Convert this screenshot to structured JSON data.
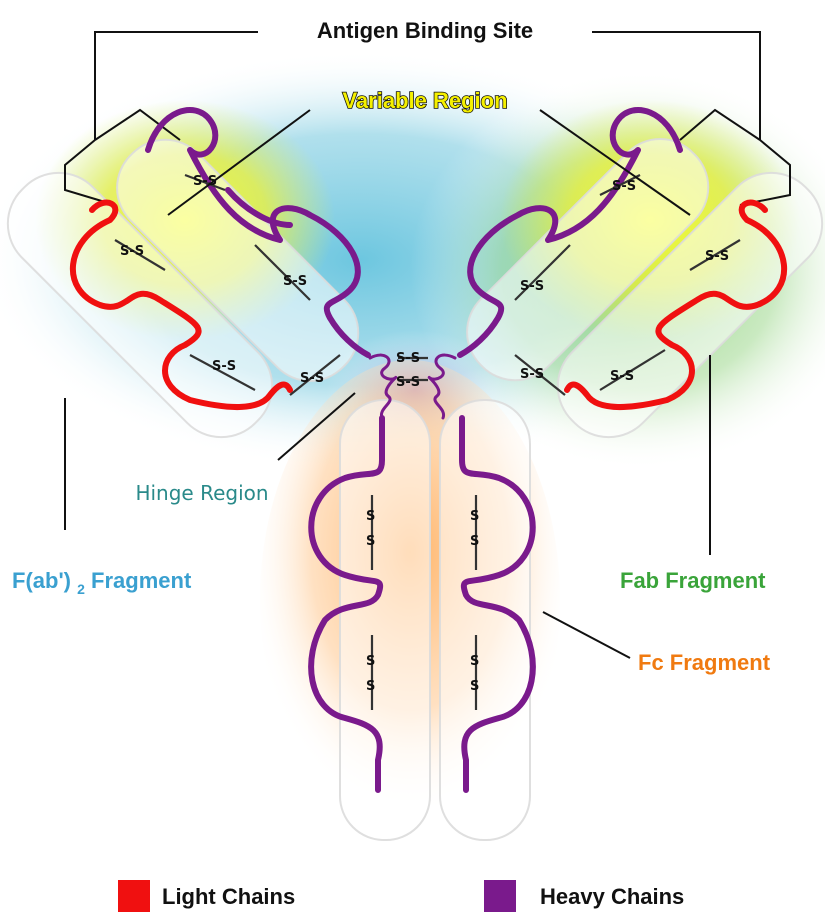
{
  "labels": {
    "antigen_binding_site": "Antigen Binding  Site",
    "variable_region": "Variable Region",
    "hinge_region": "Hinge Region",
    "fab2_prefix": "F(ab')",
    "fab2_sub": "2",
    "fab2_suffix": " Fragment",
    "fab_fragment": "Fab Fragment",
    "fc_fragment": "Fc Fragment"
  },
  "disulfide_bond": "S-S",
  "disulfide_letter": "S",
  "legend": {
    "light_chains": "Light Chains",
    "heavy_chains": "Heavy Chains"
  },
  "colors": {
    "light_chain": "#f01010",
    "heavy_chain": "#7a1a8c",
    "fab2_label": "#3aa0d0",
    "fab_label": "#3aa43a",
    "fc_label": "#f07a10",
    "hinge_label": "#2a8a8a",
    "variable_label": "#f5f000"
  }
}
